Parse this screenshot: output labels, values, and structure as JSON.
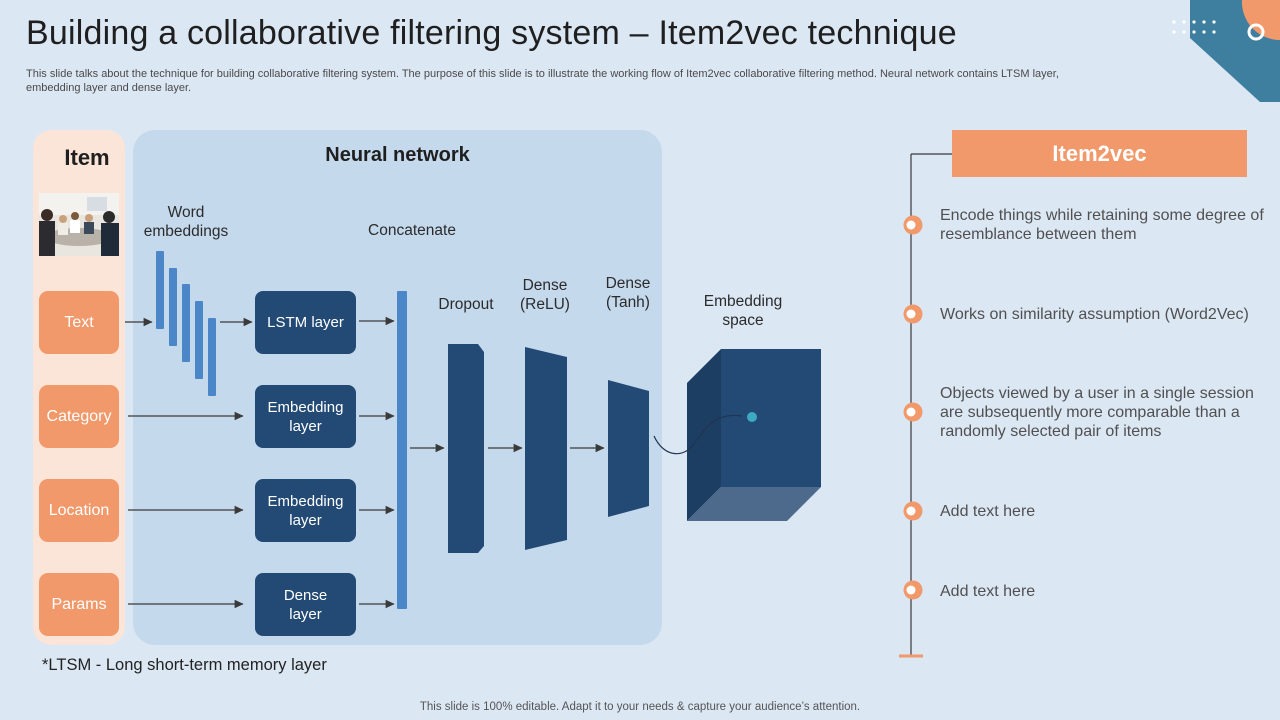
{
  "slide": {
    "title": "Building a collaborative filtering system – Item2vec technique",
    "description": "This slide talks about the technique for building collaborative filtering system. The purpose of this slide is to illustrate the working flow of Item2vec collaborative filtering method. Neural network contains LTSM layer, embedding layer and dense layer.",
    "footnote": "*LTSM - Long short-term memory layer",
    "footer": "This slide is 100% editable. Adapt it to your needs & capture your audience’s attention."
  },
  "item_panel": {
    "title": "Item",
    "inputs": [
      "Text",
      "Category",
      "Location",
      "Params"
    ]
  },
  "neural_network": {
    "title": "Neural network",
    "word_embeddings_label": "Word embeddings",
    "concatenate_label": "Concatenate",
    "layers": [
      {
        "line1": "LSTM layer",
        "line2": ""
      },
      {
        "line1": "Embedding",
        "line2": "layer"
      },
      {
        "line1": "Embedding",
        "line2": "layer"
      },
      {
        "line1": "Dense",
        "line2": "layer"
      }
    ],
    "dropout_label": "Dropout",
    "dense_relu_label": {
      "line1": "Dense",
      "line2": "(ReLU)"
    },
    "dense_tanh_label": {
      "line1": "Dense",
      "line2": "(Tanh)"
    },
    "embedding_space_label": {
      "line1": "Embedding",
      "line2": "space"
    }
  },
  "item2vec": {
    "header": "Item2vec",
    "points": [
      "Encode things while retaining some degree of resemblance between them",
      "Works on similarity assumption (Word2Vec)",
      "Objects viewed by a user in a single session are subsequently  more comparable than a randomly selected pair of items",
      "Add text here",
      "Add text here"
    ]
  },
  "colors": {
    "background": "#dce7f4",
    "accent_orange": "#f1996a",
    "dark_blue": "#234a74",
    "mid_blue": "#4a86c8",
    "teal_corner": "#3e7fa0"
  },
  "icons": {
    "photo": "meeting-photo",
    "corner": "corner-decoration"
  }
}
